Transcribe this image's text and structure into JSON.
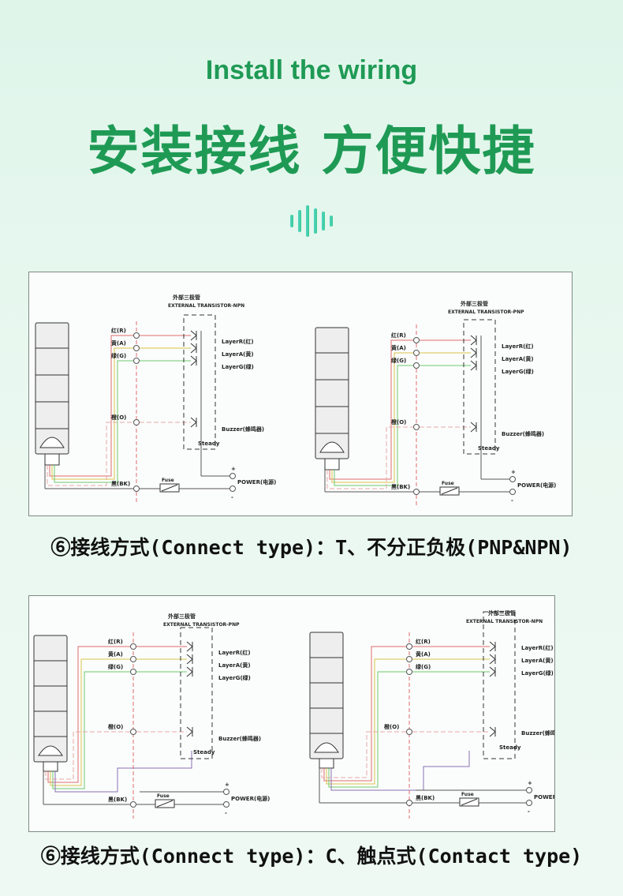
{
  "header": {
    "title_en": "Install the wiring",
    "title_cn": "安装接线 方便快捷"
  },
  "colors": {
    "accent_green": "#1f9a55",
    "wire_red": "#e06b6b",
    "wire_yellow": "#d9c24a",
    "wire_green": "#6cc96c",
    "wire_orange": "#e8a8a8",
    "wire_black": "#555555"
  },
  "diagrams": [
    {
      "caption": "⑥接线方式(Connect type)：T、不分正负极(PNP&NPN)",
      "left": {
        "module_title_cn": "外部三极管",
        "module_title_en": "EXTERNAL TRANSISTOR-NPN",
        "wire_red": "红(R)",
        "wire_yellow": "黄(A)",
        "wire_green": "绿(G)",
        "wire_orange": "橙(O)",
        "wire_black": "黑(BK)",
        "layer_r": "LayerR(红)",
        "layer_a": "LayerA(黄)",
        "layer_g": "LayerG(绿)",
        "buzzer": "Buzzer(蜂鸣器)",
        "steady": "Steady",
        "fuse": "Fuse",
        "power": "POWER(电源)",
        "plus": "+",
        "minus": "-"
      },
      "right": {
        "module_title_cn": "外部三极管",
        "module_title_en": "EXTERNAL TRANSISTOR-PNP",
        "wire_red": "红(R)",
        "wire_yellow": "黄(A)",
        "wire_green": "绿(G)",
        "wire_orange": "橙(O)",
        "wire_black": "黑(BK)",
        "layer_r": "LayerR(红)",
        "layer_a": "LayerA(黄)",
        "layer_g": "LayerG(绿)",
        "buzzer": "Buzzer(蜂鸣器)",
        "steady": "Steady",
        "fuse": "Fuse",
        "power": "POWER(电源)",
        "plus": "+",
        "minus": "-"
      }
    },
    {
      "caption": "⑥接线方式(Connect type)：C、触点式(Contact type)",
      "left": {
        "module_title_cn": "外部三极管",
        "module_title_en": "EXTERNAL TRANSISTOR-PNP",
        "wire_red": "红(R)",
        "wire_yellow": "黄(A)",
        "wire_green": "绿(G)",
        "wire_orange": "橙(O)",
        "wire_black": "黑(BK)",
        "layer_r": "LayerR(红)",
        "layer_a": "LayerA(黄)",
        "layer_g": "LayerG(绿)",
        "buzzer": "Buzzer(蜂鸣器)",
        "steady": "Steady",
        "fuse": "Fuse",
        "power": "POWER(电源)",
        "plus": "+",
        "minus": "-"
      },
      "right": {
        "module_title_cn": "外部三极管",
        "module_title_en": "EXTERNAL TRANSISTOR-NPN",
        "wire_red": "红(R)",
        "wire_yellow": "黄(A)",
        "wire_green": "绿(G)",
        "wire_orange": "橙(O)",
        "wire_black": "黑(BK)",
        "layer_r": "LayerR(红)",
        "layer_a": "LayerA(黄)",
        "layer_g": "LayerG(绿)",
        "buzzer": "Buzzer(蜂鸣器)",
        "steady": "Steady",
        "fuse": "Fuse",
        "power": "POWER(电源)",
        "plus": "+",
        "minus": "-"
      }
    }
  ]
}
